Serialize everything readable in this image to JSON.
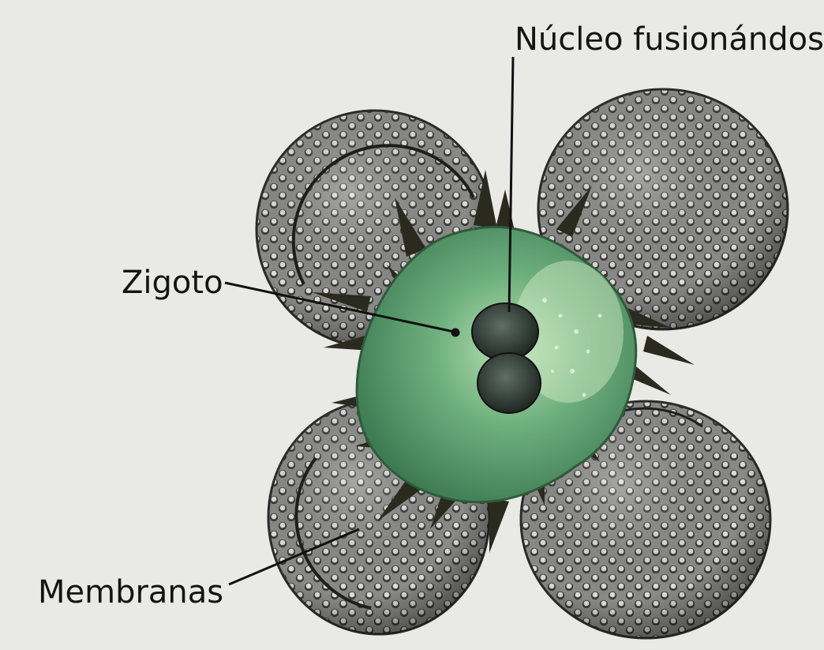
{
  "labels": {
    "nucleus": "Núcleo fusionándose",
    "zygote": "Zigoto",
    "membranes": "Membranas"
  },
  "colors": {
    "background": "#e9e9e6",
    "zygote_green": "#5fa072",
    "membrane_gray": "#7d7d7d",
    "spike_dark": "#2b2a1e",
    "label_text": "#141414"
  }
}
